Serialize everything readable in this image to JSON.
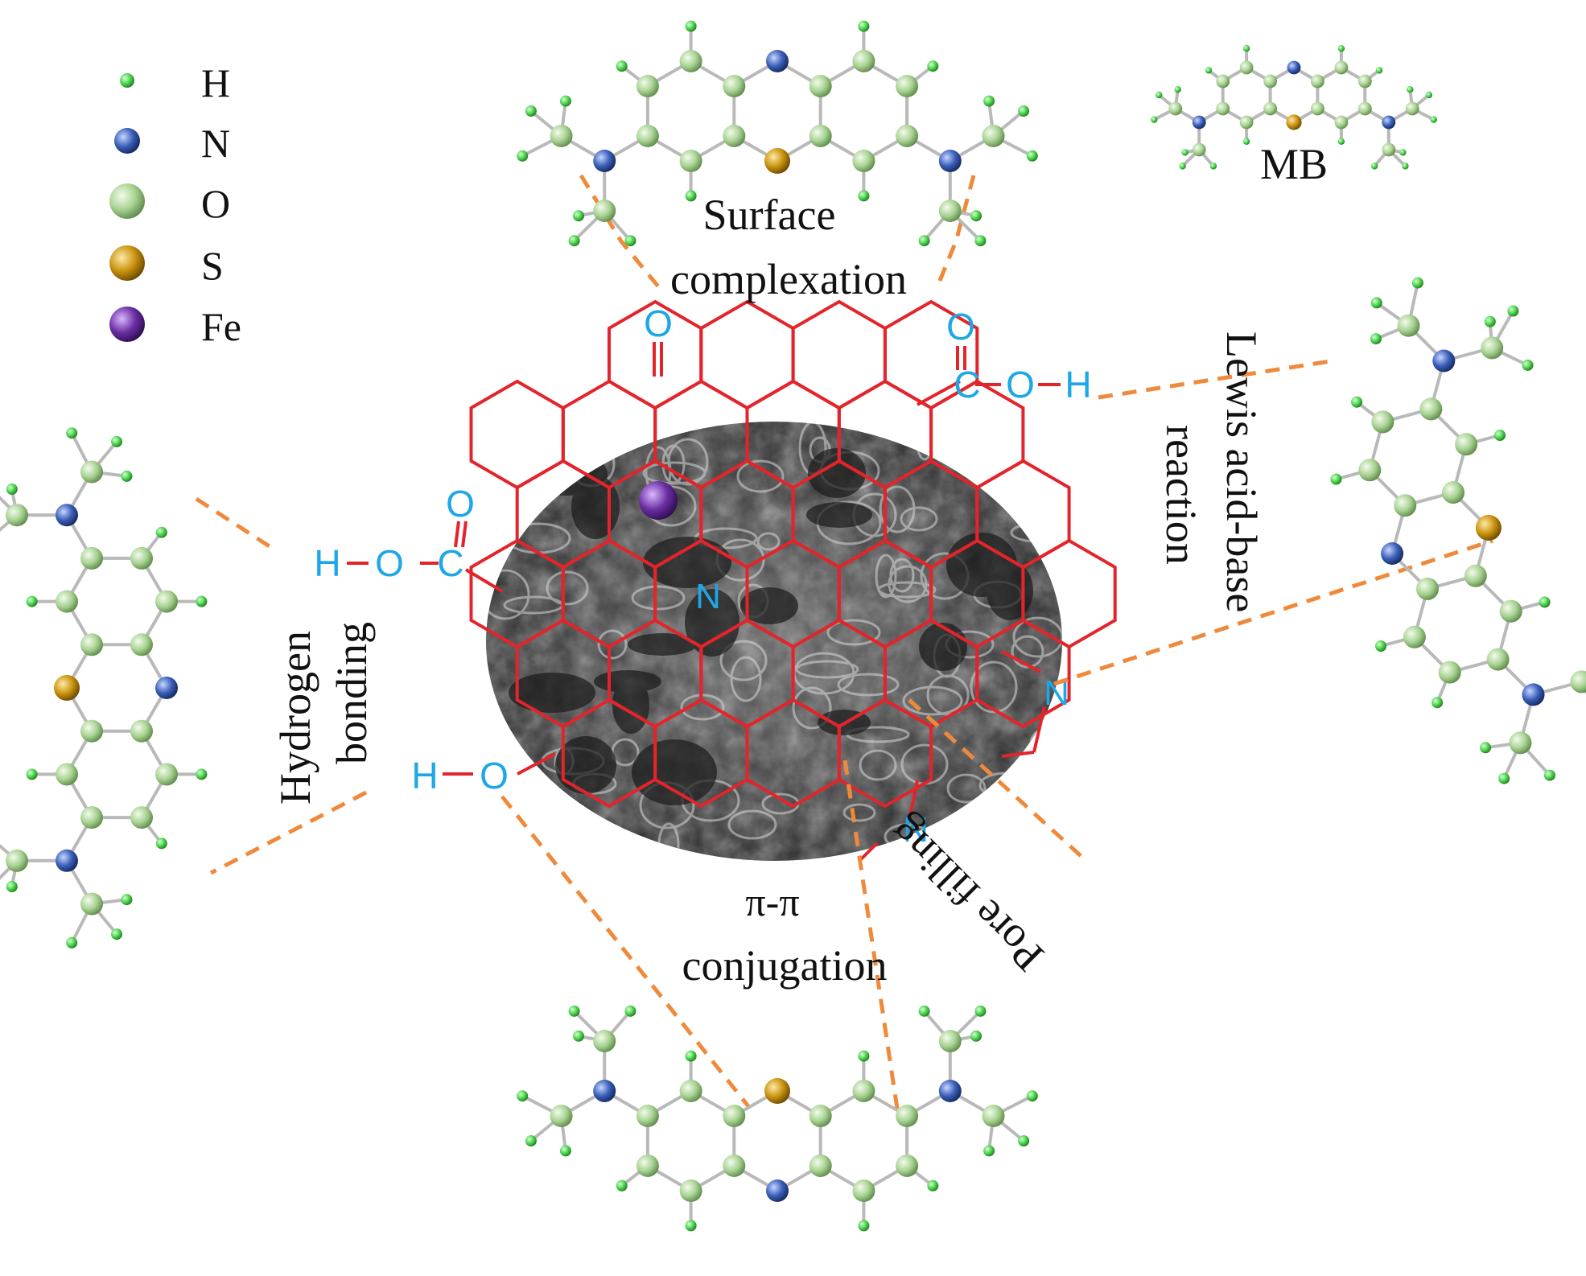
{
  "legend": {
    "items": [
      {
        "symbol": "H",
        "color": "#4cd44c",
        "size": "small"
      },
      {
        "symbol": "N",
        "color": "#3a5fb8",
        "size": "medium"
      },
      {
        "symbol": "O",
        "color": "#a9d394",
        "size": "large"
      },
      {
        "symbol": "S",
        "color": "#c9930f",
        "size": "large"
      },
      {
        "symbol": "Fe",
        "color": "#6b2fa3",
        "size": "large"
      }
    ]
  },
  "molecule_label": "MB",
  "mechanisms": {
    "surface_complexation": [
      "Surface",
      "complexation"
    ],
    "lewis": [
      "Lewis acid-base",
      "reaction"
    ],
    "hydrogen_bonding": [
      "Hydrogen",
      "bonding"
    ],
    "pi_pi": [
      "π-π",
      "conjugation"
    ],
    "pore_filling": "Pore filling"
  },
  "groups": {
    "ketone_o": "O",
    "cooh_top": {
      "o_double": "O",
      "c": "C",
      "o": "O",
      "h": "H"
    },
    "cooh_left": {
      "h": "H",
      "o": "O",
      "c": "C",
      "o_double": "O"
    },
    "hydroxyl": {
      "h": "H",
      "o": "O"
    },
    "nitrogens": [
      "N",
      "N",
      "N"
    ]
  },
  "colors": {
    "graphene_lines": "#e3242b",
    "functional_group_text": "#1ea7e6",
    "connector_dash": "#ef8a3c",
    "hydrogen": "#4cd44c",
    "nitrogen": "#3a5fb8",
    "oxygen": "#a9d394",
    "sulfur": "#c9930f",
    "iron": "#6b2fa3"
  }
}
